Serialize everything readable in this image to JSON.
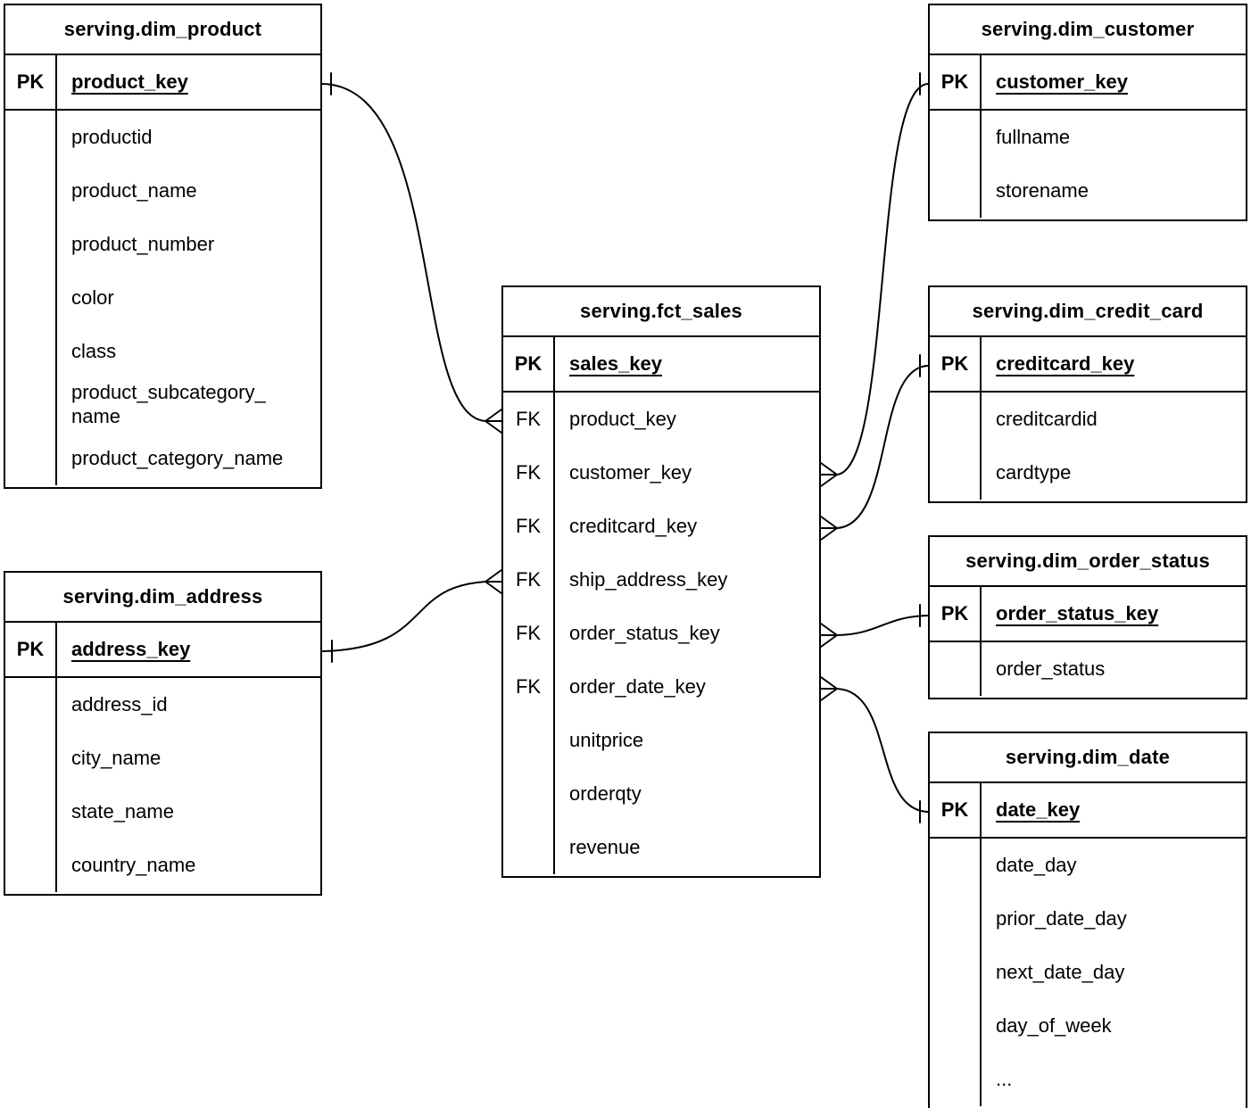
{
  "labels": {
    "pk": "PK",
    "fk": "FK"
  },
  "entities": {
    "dim_product": {
      "title": "serving.dim_product",
      "pk": "product_key",
      "fields": [
        {
          "k": "",
          "n": "productid"
        },
        {
          "k": "",
          "n": "product_name"
        },
        {
          "k": "",
          "n": "product_number"
        },
        {
          "k": "",
          "n": "color"
        },
        {
          "k": "",
          "n": "class"
        },
        {
          "k": "",
          "n": "product_subcategory_\nname"
        },
        {
          "k": "",
          "n": "product_category_name"
        }
      ]
    },
    "dim_customer": {
      "title": "serving.dim_customer",
      "pk": "customer_key",
      "fields": [
        {
          "k": "",
          "n": "fullname"
        },
        {
          "k": "",
          "n": "storename"
        }
      ]
    },
    "fct_sales": {
      "title": "serving.fct_sales",
      "pk": "sales_key",
      "fields": [
        {
          "k": "FK",
          "n": "product_key"
        },
        {
          "k": "FK",
          "n": "customer_key"
        },
        {
          "k": "FK",
          "n": "creditcard_key"
        },
        {
          "k": "FK",
          "n": "ship_address_key"
        },
        {
          "k": "FK",
          "n": "order_status_key"
        },
        {
          "k": "FK",
          "n": "order_date_key"
        },
        {
          "k": "",
          "n": "unitprice"
        },
        {
          "k": "",
          "n": "orderqty"
        },
        {
          "k": "",
          "n": "revenue"
        }
      ]
    },
    "dim_credit_card": {
      "title": "serving.dim_credit_card",
      "pk": "creditcard_key",
      "fields": [
        {
          "k": "",
          "n": "creditcardid"
        },
        {
          "k": "",
          "n": "cardtype"
        }
      ]
    },
    "dim_order_status": {
      "title": "serving.dim_order_status",
      "pk": "order_status_key",
      "fields": [
        {
          "k": "",
          "n": "order_status"
        }
      ]
    },
    "dim_date": {
      "title": "serving.dim_date",
      "pk": "date_key",
      "fields": [
        {
          "k": "",
          "n": "date_day"
        },
        {
          "k": "",
          "n": "prior_date_day"
        },
        {
          "k": "",
          "n": "next_date_day"
        },
        {
          "k": "",
          "n": "day_of_week"
        },
        {
          "k": "",
          "n": "..."
        }
      ]
    },
    "dim_address": {
      "title": "serving.dim_address",
      "pk": "address_key",
      "fields": [
        {
          "k": "",
          "n": "address_id"
        },
        {
          "k": "",
          "n": "city_name"
        },
        {
          "k": "",
          "n": "state_name"
        },
        {
          "k": "",
          "n": "country_name"
        }
      ]
    }
  },
  "relationships": [
    {
      "from": "serving.fct_sales.product_key",
      "to": "serving.dim_product.product_key",
      "from_cardinality": "many",
      "to_cardinality": "one"
    },
    {
      "from": "serving.fct_sales.customer_key",
      "to": "serving.dim_customer.customer_key",
      "from_cardinality": "many",
      "to_cardinality": "one"
    },
    {
      "from": "serving.fct_sales.creditcard_key",
      "to": "serving.dim_credit_card.creditcard_key",
      "from_cardinality": "many",
      "to_cardinality": "one"
    },
    {
      "from": "serving.fct_sales.ship_address_key",
      "to": "serving.dim_address.address_key",
      "from_cardinality": "many",
      "to_cardinality": "one"
    },
    {
      "from": "serving.fct_sales.order_status_key",
      "to": "serving.dim_order_status.order_status_key",
      "from_cardinality": "many",
      "to_cardinality": "one"
    },
    {
      "from": "serving.fct_sales.order_date_key",
      "to": "serving.dim_date.date_key",
      "from_cardinality": "many",
      "to_cardinality": "one"
    }
  ],
  "colors": {
    "background": "#ffffff",
    "line": "#000000",
    "text": "#000000"
  }
}
